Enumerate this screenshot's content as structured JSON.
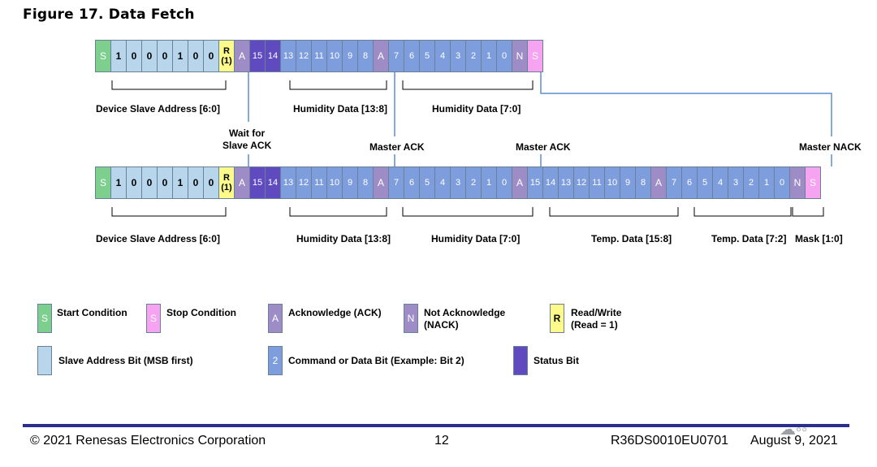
{
  "title": "Figure 17.  Data Fetch",
  "row1": {
    "start": "S",
    "addr_bits": [
      "1",
      "0",
      "0",
      "0",
      "1",
      "0",
      "0"
    ],
    "rw": "R\n(1)",
    "ack1": "A",
    "status_bits": [
      "15",
      "14"
    ],
    "hum_hi": [
      "13",
      "12",
      "11",
      "10",
      "9",
      "8"
    ],
    "ack2": "A",
    "hum_lo": [
      "7",
      "6",
      "5",
      "4",
      "3",
      "2",
      "1",
      "0"
    ],
    "nack": "N",
    "stop": "S"
  },
  "row2": {
    "start": "S",
    "addr_bits": [
      "1",
      "0",
      "0",
      "0",
      "1",
      "0",
      "0"
    ],
    "rw": "R\n(1)",
    "ack1": "A",
    "status_bits": [
      "15",
      "14"
    ],
    "hum_hi": [
      "13",
      "12",
      "11",
      "10",
      "9",
      "8"
    ],
    "ack2": "A",
    "hum_lo": [
      "7",
      "6",
      "5",
      "4",
      "3",
      "2",
      "1",
      "0"
    ],
    "ack3": "A",
    "temp_hi": [
      "15",
      "14",
      "13",
      "12",
      "11",
      "10",
      "9",
      "8"
    ],
    "ack4": "A",
    "temp_lo": [
      "7",
      "6",
      "5",
      "4",
      "3",
      "2"
    ],
    "mask": [
      "1",
      "0"
    ],
    "nack": "N",
    "stop": "S"
  },
  "labels": {
    "r1_addr": "Device Slave Address [6:0]",
    "r1_hum_hi": "Humidity Data [13:8]",
    "r1_hum_lo": "Humidity Data [7:0]",
    "wait_ack": "Wait for\nSlave ACK",
    "master_ack_1": "Master ACK",
    "master_ack_2": "Master ACK",
    "master_nack": "Master NACK",
    "r2_addr": "Device Slave Address [6:0]",
    "r2_hum_hi": "Humidity Data [13:8]",
    "r2_hum_lo": "Humidity Data [7:0]",
    "r2_temp_hi": "Temp. Data [15:8]",
    "r2_temp_lo": "Temp. Data [7:2]",
    "r2_mask": "Mask [1:0]"
  },
  "legend": {
    "start": {
      "glyph": "S",
      "text": "Start Condition"
    },
    "stop": {
      "glyph": "S",
      "text": "Stop Condition"
    },
    "ack": {
      "glyph": "A",
      "text": "Acknowledge (ACK)"
    },
    "nack": {
      "glyph": "N",
      "text": "Not Acknowledge\n(NACK)"
    },
    "rw": {
      "glyph": "R",
      "text": "Read/Write\n(Read = 1)"
    },
    "addr": {
      "text": "Slave Address Bit (MSB first)"
    },
    "cmd": {
      "glyph": "2",
      "text": "Command or Data Bit (Example: Bit 2)"
    },
    "status": {
      "text": "Status Bit"
    }
  },
  "footer": {
    "copyright": "© 2021 Renesas Electronics Corporation",
    "page": "12",
    "docnum": "R36DS0010EU0701",
    "date": "August 9, 2021"
  },
  "colors": {
    "start": "#7ccf8c",
    "stop": "#f6a3f2",
    "address": "#b7d6ec",
    "rw": "#fdfa8c",
    "ack": "#9d8cc6",
    "status": "#5f4bbf",
    "data": "#7e9ddc",
    "leader_line": "#5b8fd0",
    "footer_bar": "#2a2e8c"
  }
}
